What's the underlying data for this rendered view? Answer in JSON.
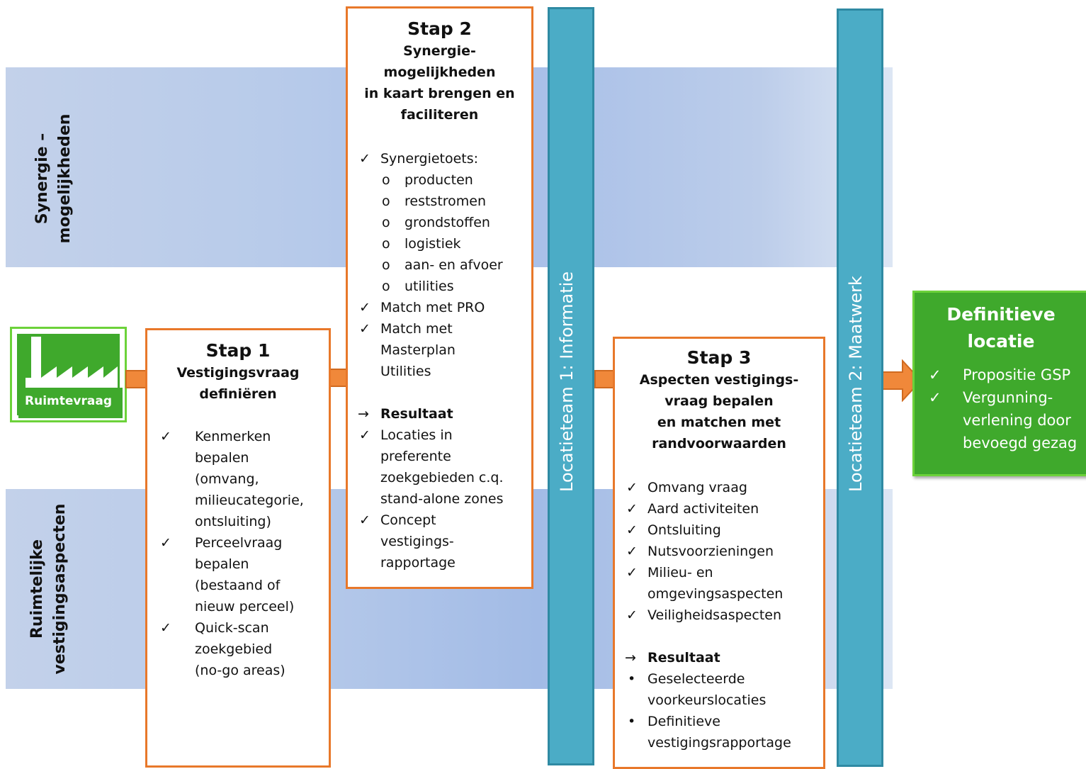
{
  "bands": {
    "top_label_1": "Synergie –",
    "top_label_2": "mogelijkheden",
    "bottom_label_1": "Ruimtelijke",
    "bottom_label_2": "vestigingsaspecten"
  },
  "start": {
    "label": "Ruimtevraag",
    "icon": "factory-icon"
  },
  "step1": {
    "title": "Stap 1",
    "subtitle": [
      "Vestigingsvraag",
      "definiëren"
    ],
    "items": [
      {
        "mark": "✓",
        "lines": [
          "Kenmerken",
          "bepalen",
          "(omvang,",
          "milieucategorie,",
          "ontsluiting)"
        ]
      },
      {
        "mark": "✓",
        "lines": [
          "Perceelvraag",
          "bepalen",
          "(bestaand of",
          "nieuw perceel)"
        ]
      },
      {
        "mark": "✓",
        "lines": [
          "Quick-scan",
          "zoekgebied",
          "(no-go areas)"
        ]
      }
    ]
  },
  "step2": {
    "title": "Stap 2",
    "subtitle": [
      "Synergie-",
      "mogelijkheden",
      "in kaart brengen en",
      "faciliteren"
    ],
    "check_toets": "Synergietoets:",
    "sub_items": [
      "producten",
      "reststromen",
      "grondstoffen",
      "logistiek",
      "aan- en afvoer",
      "utilities"
    ],
    "match_pro": "Match met PRO",
    "match_master": [
      "Match met",
      "Masterplan",
      "Utilities"
    ],
    "result_label": "Resultaat",
    "result_items": [
      {
        "mark": "✓",
        "lines": [
          "Locaties in",
          "preferente",
          "zoekgebieden c.q.",
          "stand-alone zones"
        ]
      },
      {
        "mark": "✓",
        "lines": [
          "Concept",
          "vestigings-",
          "rapportage"
        ]
      }
    ]
  },
  "pillar1": {
    "label": "Locatieteam 1: Informatie"
  },
  "step3": {
    "title": "Stap 3",
    "subtitle": [
      "Aspecten vestigings-",
      "vraag bepalen",
      "en matchen met",
      "randvoorwaarden"
    ],
    "items": [
      {
        "mark": "✓",
        "lines": [
          "Omvang vraag"
        ]
      },
      {
        "mark": "✓",
        "lines": [
          "Aard activiteiten"
        ]
      },
      {
        "mark": "✓",
        "lines": [
          "Ontsluiting"
        ]
      },
      {
        "mark": "✓",
        "lines": [
          "Nutsvoorzieningen"
        ]
      },
      {
        "mark": "✓",
        "lines": [
          "Milieu- en",
          "omgevingsaspecten"
        ]
      },
      {
        "mark": "✓",
        "lines": [
          "Veiligheidsaspecten"
        ]
      }
    ],
    "result_label": "Resultaat",
    "result_items": [
      {
        "mark": "•",
        "lines": [
          "Geselecteerde",
          "voorkeurslocaties"
        ]
      },
      {
        "mark": "•",
        "lines": [
          "Definitieve",
          "vestigingsrapportage"
        ]
      }
    ]
  },
  "pillar2": {
    "label": "Locatieteam 2: Maatwerk"
  },
  "final": {
    "title": [
      "Definitieve",
      "locatie"
    ],
    "items": [
      {
        "mark": "✓",
        "lines": [
          "Propositie GSP"
        ]
      },
      {
        "mark": "✓",
        "lines": [
          "Vergunning-",
          "verlening door",
          "bevoegd gezag"
        ]
      }
    ]
  },
  "colors": {
    "band": "#b8cbea",
    "step_border": "#e8782a",
    "arrow": "#f0883a",
    "pillar": "#4bacc6",
    "final_bg": "#3fa92c",
    "start_border": "#6cd23a"
  }
}
